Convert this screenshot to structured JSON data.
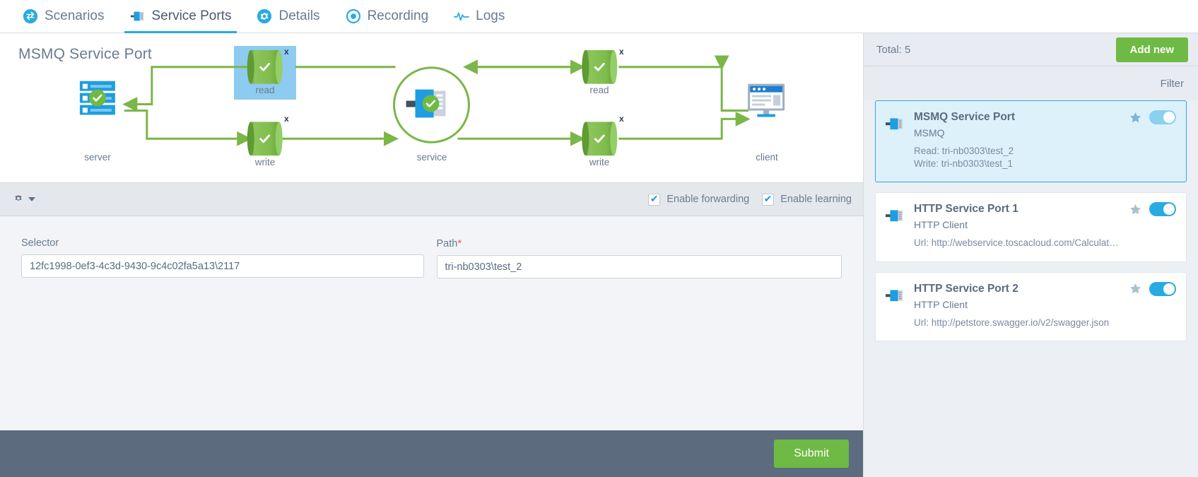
{
  "tabs": [
    {
      "label": "Scenarios",
      "icon": "sync-arrows-icon",
      "active": false
    },
    {
      "label": "Service Ports",
      "icon": "service-port-icon",
      "active": true
    },
    {
      "label": "Details",
      "icon": "gear-icon",
      "active": false
    },
    {
      "label": "Recording",
      "icon": "record-dot-icon",
      "active": false
    },
    {
      "label": "Logs",
      "icon": "pulse-line-icon",
      "active": false
    }
  ],
  "diagram": {
    "title": "MSMQ Service Port",
    "nodes": {
      "server": "server",
      "service": "service",
      "client": "client",
      "read_left": "read",
      "write_left": "write",
      "read_right": "read",
      "write_right": "write"
    },
    "close_marks": [
      "x",
      "x",
      "x",
      "x"
    ],
    "colors": {
      "flow": "#7ab648",
      "selection": "#8ecbf0",
      "blue": "#1e9ee0"
    }
  },
  "options": {
    "gear_icon": "gear-icon",
    "checkboxes": [
      {
        "label": "Enable forwarding",
        "checked": true
      },
      {
        "label": "Enable learning",
        "checked": true
      }
    ]
  },
  "form": {
    "selector": {
      "label": "Selector",
      "required": false,
      "value": "12fc1998-0ef3-4c3d-9430-9c4c02fa5a13\\2117",
      "placeholder": ""
    },
    "path": {
      "label": "Path",
      "required": true,
      "required_mark": "*",
      "value": "tri-nb0303\\test_2",
      "placeholder": ""
    }
  },
  "footer": {
    "submit_label": "Submit"
  },
  "panel": {
    "total_label": "Total: 5",
    "add_new_label": "Add new",
    "filter_label": "Filter",
    "items": [
      {
        "title": "MSMQ Service Port",
        "subtitle": "MSMQ",
        "line1": "Read: tri-nb0303\\test_2",
        "line2": "Write: tri-nb0303\\test_1",
        "selected": true,
        "starred": false,
        "enabled": true
      },
      {
        "title": "HTTP Service Port 1",
        "subtitle": "HTTP Client",
        "line1": "Url: http://webservice.toscacloud.com/Calculat…",
        "line2": "",
        "selected": false,
        "starred": false,
        "enabled": true
      },
      {
        "title": "HTTP Service Port 2",
        "subtitle": "HTTP Client",
        "line1": "Url: http://petstore.swagger.io/v2/swagger.json",
        "line2": "",
        "selected": false,
        "starred": false,
        "enabled": true
      }
    ]
  }
}
